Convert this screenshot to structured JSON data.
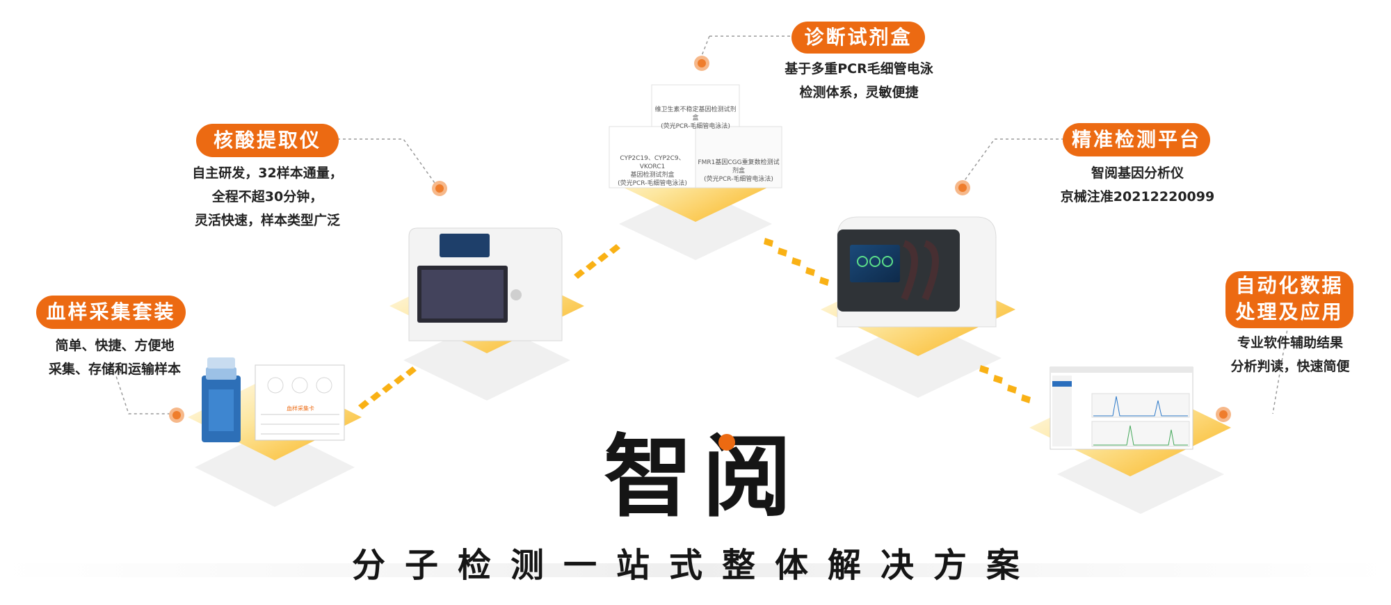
{
  "features": [
    {
      "title": "血样采集套装",
      "lines": [
        "简单、快捷、方便地",
        "采集、存储和运输样本"
      ]
    },
    {
      "title": "核酸提取仪",
      "lines": [
        "自主研发，32样本通量，",
        "全程不超30分钟，",
        "灵活快速，样本类型广泛"
      ]
    },
    {
      "title": "诊断试剂盒",
      "lines": [
        "基于多重PCR毛细管电泳",
        "检测体系，灵敏便捷"
      ]
    },
    {
      "title": "精准检测平台",
      "lines": [
        "智阅基因分析仪",
        "京械注准20212220099"
      ]
    },
    {
      "title_lines": [
        "自动化数据",
        "处理及应用"
      ],
      "lines": [
        "专业软件辅助结果",
        "分析判读，快速简便"
      ]
    }
  ],
  "brand": {
    "name": "智阅",
    "slogan": "分子检测一站式整体解决方案"
  },
  "products": {
    "card_title": "血样采集卡",
    "box_top": [
      "维卫生素不稳定基因检测试剂盒",
      "(荧光PCR-毛细管电泳法)"
    ],
    "box_left": [
      "CYP2C19、CYP2C9、VKORC1",
      "基因检测试剂盒",
      "(荧光PCR-毛细管电泳法)"
    ],
    "box_right": [
      "FMR1基因CGG重复数检测试剂盒",
      "(荧光PCR-毛细管电泳法)"
    ]
  },
  "colors": {
    "accent": "#ec6a12",
    "platform": "#fbb317",
    "shadow": "#ededed"
  }
}
